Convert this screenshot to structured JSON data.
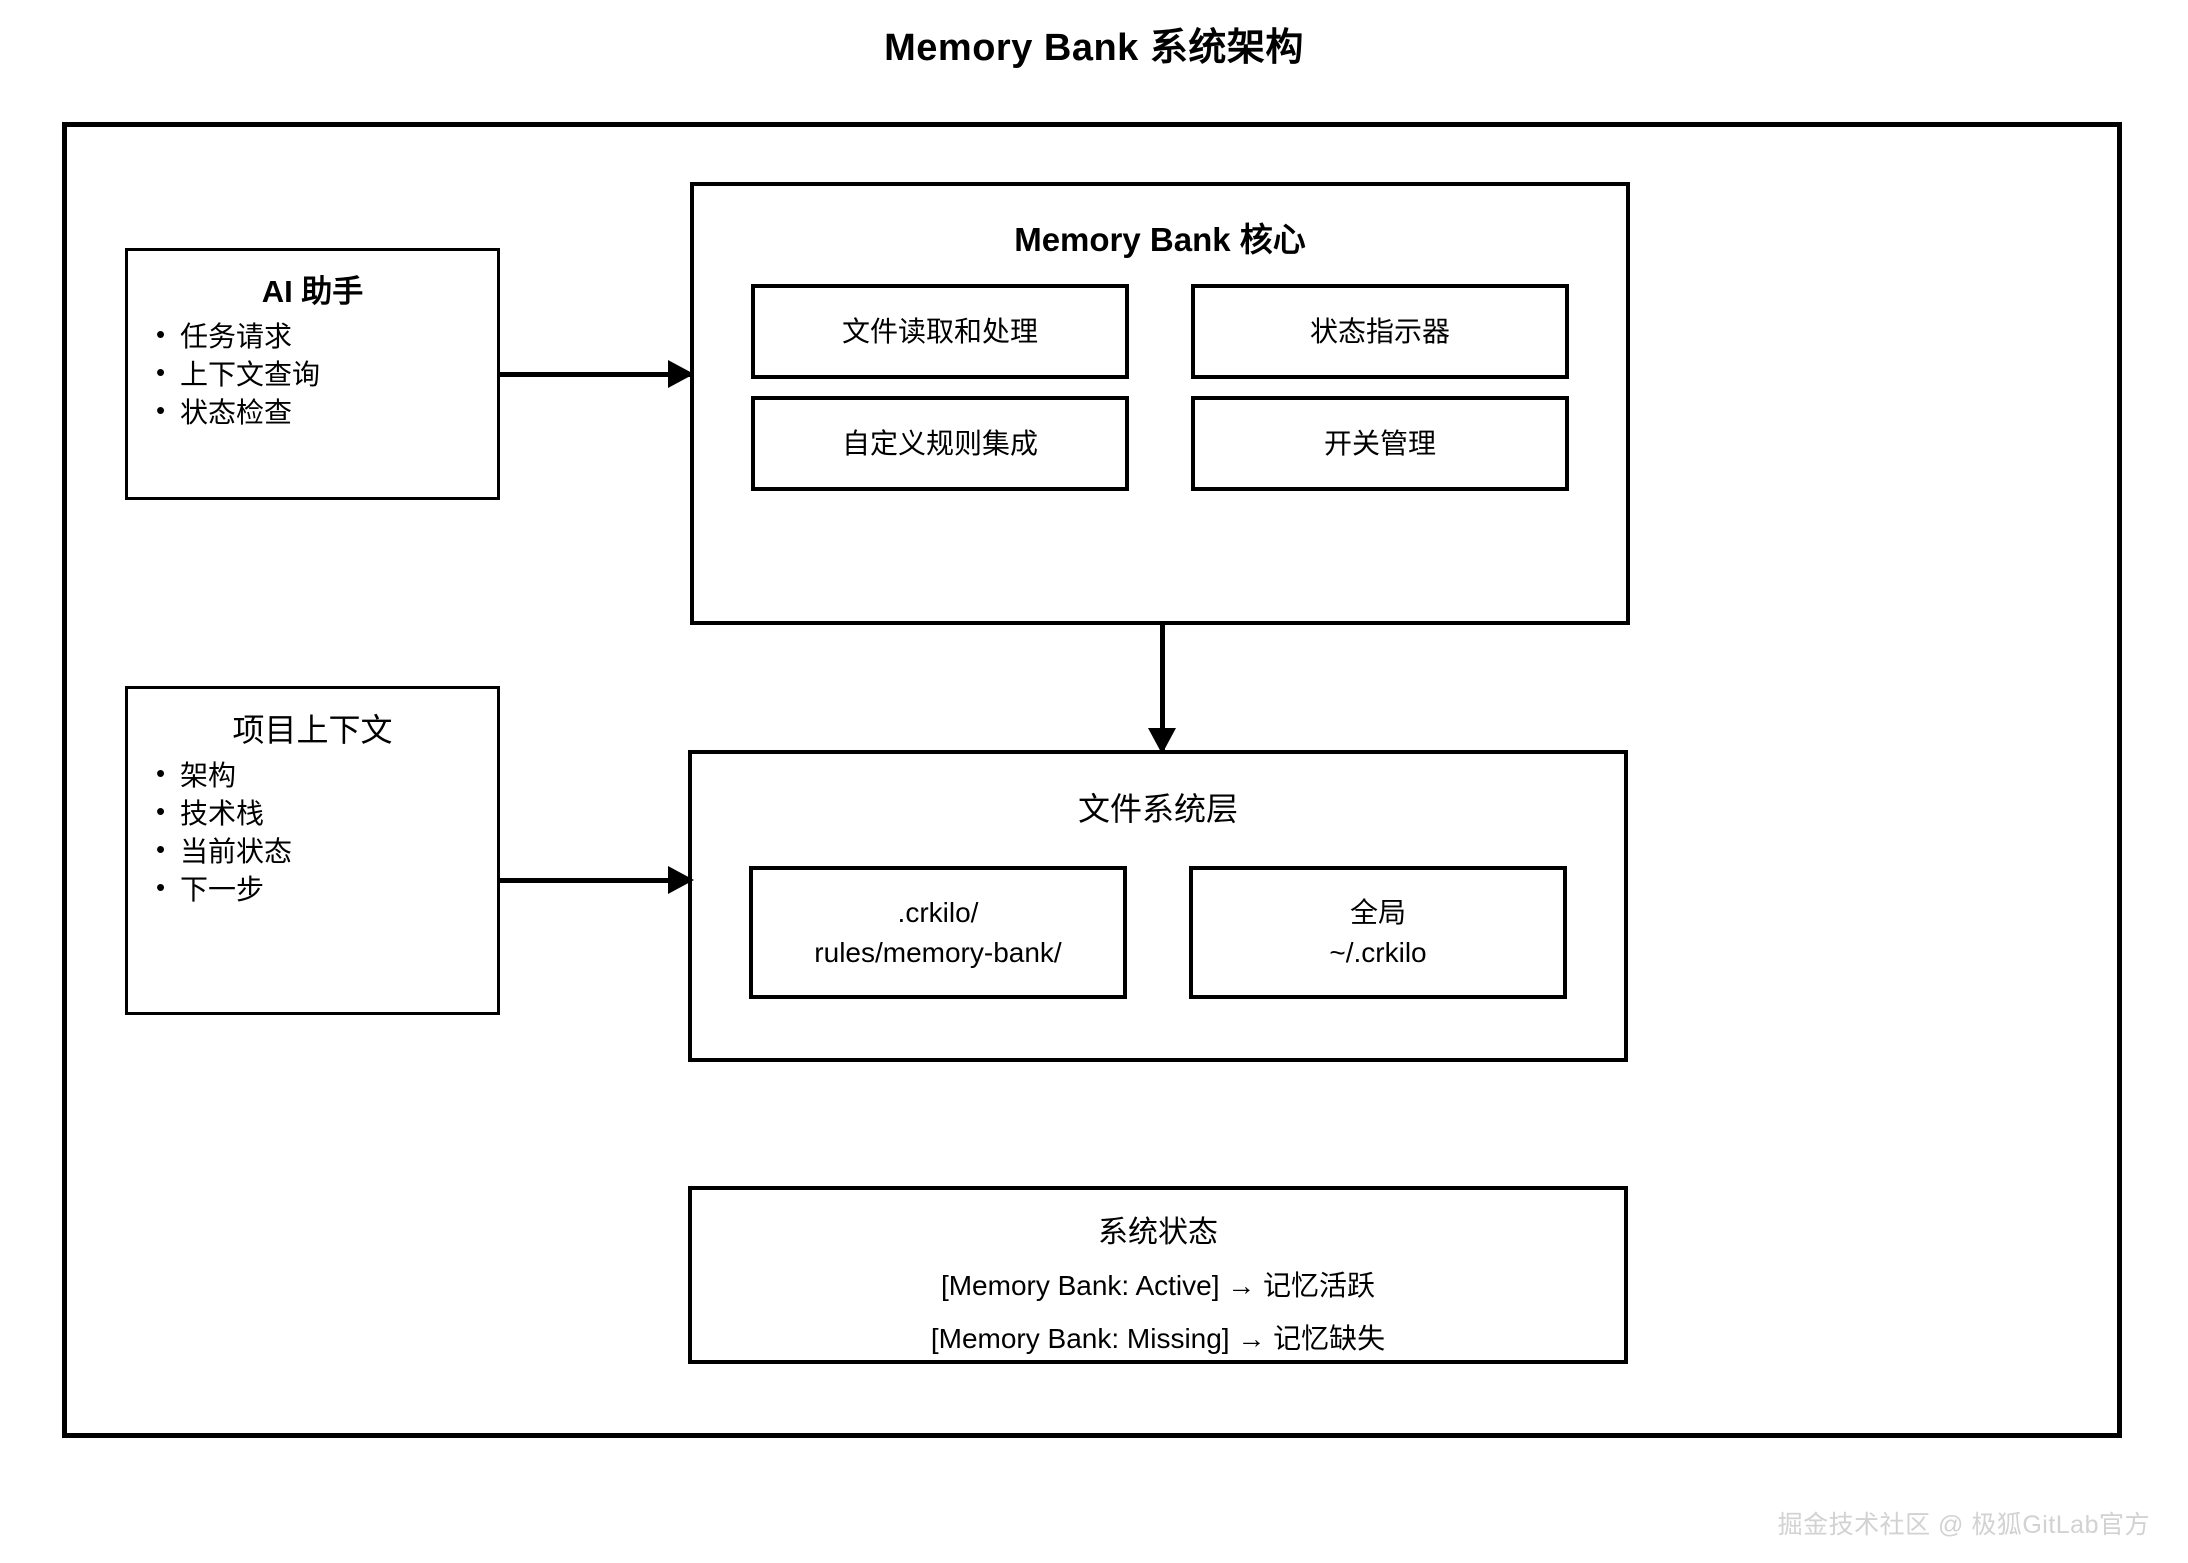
{
  "title": "Memory Bank 系统架构",
  "colors": {
    "stroke": "#000000",
    "background": "#ffffff",
    "watermark": "#d2d2d2"
  },
  "ai_assistant": {
    "title": "AI 助手",
    "bullets": [
      "任务请求",
      "上下文查询",
      "状态检查"
    ]
  },
  "project_context": {
    "title": "项目上下文",
    "bullets": [
      "架构",
      "技术栈",
      "当前状态",
      "下一步"
    ]
  },
  "memory_bank_core": {
    "title": "Memory Bank 核心",
    "modules": [
      {
        "label": "文件读取和处理"
      },
      {
        "label": "状态指示器"
      },
      {
        "label": "自定义规则集成"
      },
      {
        "label": "开关管理"
      }
    ]
  },
  "file_system_layer": {
    "title": "文件系统层",
    "paths": [
      {
        "line1": ".crkilo/",
        "line2": "rules/memory-bank/"
      },
      {
        "line1": "全局",
        "line2": "~/.crkilo"
      }
    ]
  },
  "system_status": {
    "title": "系统状态",
    "lines": [
      "[Memory Bank: Active] → 记忆活跃",
      "[Memory Bank: Missing] → 记忆缺失"
    ]
  },
  "watermark": "掘金技术社区 @ 极狐GitLab官方"
}
